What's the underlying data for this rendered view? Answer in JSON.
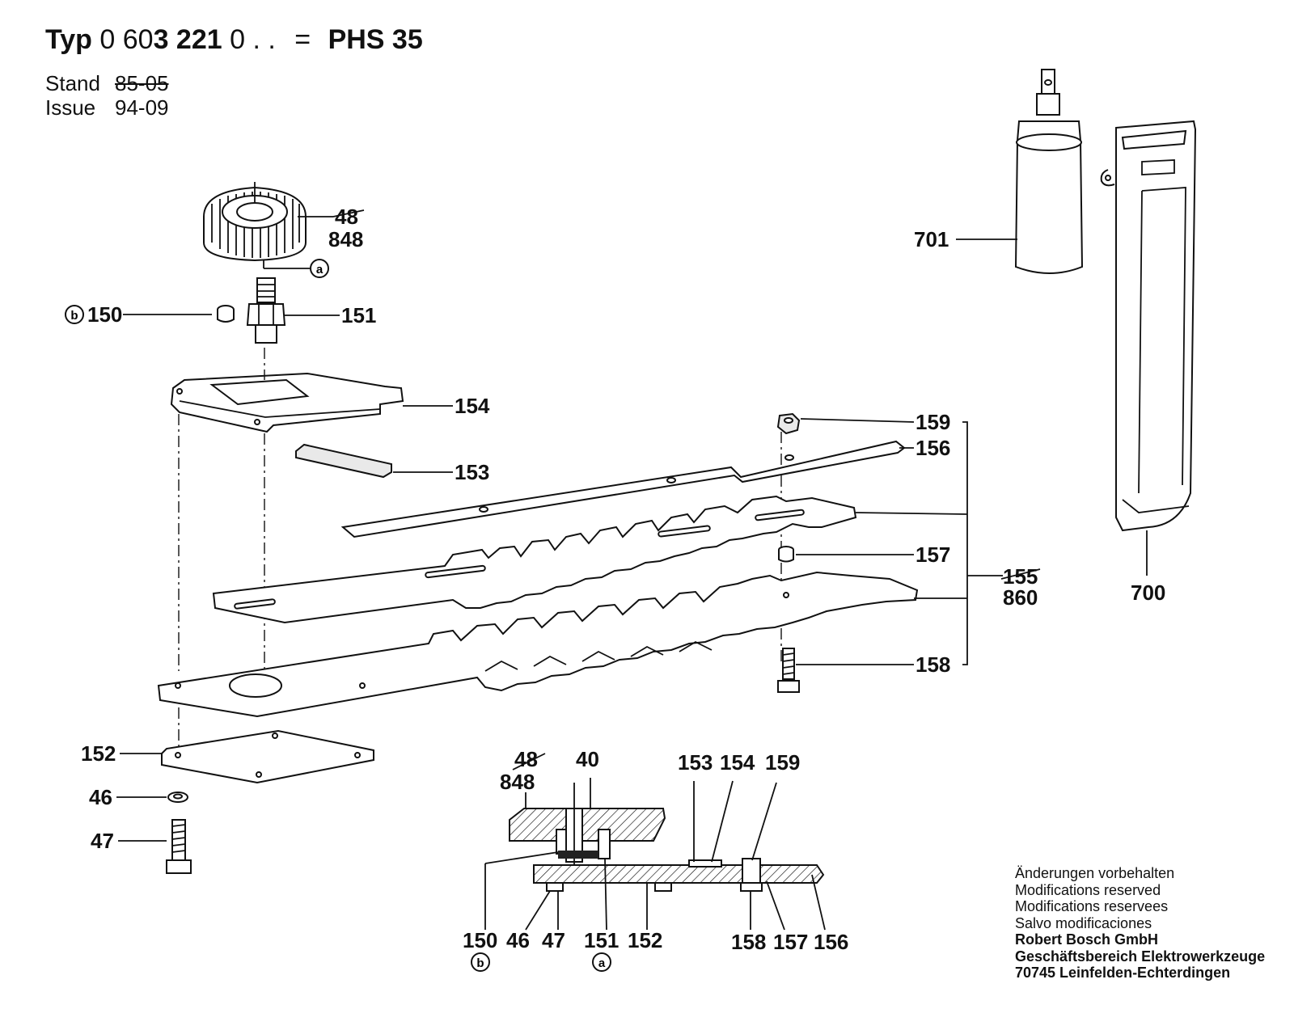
{
  "header": {
    "typ_label": "Typ",
    "type_number_prefix": "0 60",
    "type_number_bold": "3 221",
    "type_number_suffix": " 0 . .",
    "equals": "=",
    "model": "PHS 35",
    "stand_label": "Stand",
    "stand_value": "85-05",
    "issue_label": "Issue",
    "issue_value": "94-09"
  },
  "labels": {
    "gear_old": "48",
    "gear_new": "848",
    "marker_a": "a",
    "marker_b": "b",
    "p150": "150",
    "p151": "151",
    "p154": "154",
    "p153": "153",
    "p159": "159",
    "p156": "156",
    "p157": "157",
    "blade_old": "155",
    "blade_new": "860",
    "p158": "158",
    "p152": "152",
    "p46": "46",
    "p47": "47",
    "p701": "701",
    "p700": "700"
  },
  "section_labels": {
    "gear_old": "48",
    "gear_new": "848",
    "p40": "40",
    "p153": "153",
    "p154": "154",
    "p159": "159",
    "p150": "150",
    "p46": "46",
    "p47": "47",
    "p151": "151",
    "p152": "152",
    "p158": "158",
    "p157": "157",
    "p156": "156",
    "marker_b": "b",
    "marker_a": "a"
  },
  "notes": {
    "de": "Änderungen vorbehalten",
    "en": "Modifications reserved",
    "fr": "Modifications reservees",
    "es": "Salvo modificaciones",
    "company": "Robert Bosch GmbH",
    "division": "Geschäftsbereich Elektrowerkzeuge",
    "address": "70745 Leinfelden-Echterdingen"
  }
}
